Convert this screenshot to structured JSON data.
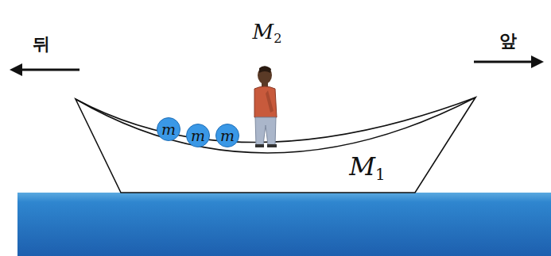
{
  "diagram": {
    "nodes": [
      {
        "text": [
          "m"
        ]
      },
      {
        "text": [
          "m"
        ]
      },
      {
        "text": [
          "m"
        ]
      }
    ],
    "labels": [
      "뒤",
      "앞",
      "M2",
      "M1"
    ]
  }
}
